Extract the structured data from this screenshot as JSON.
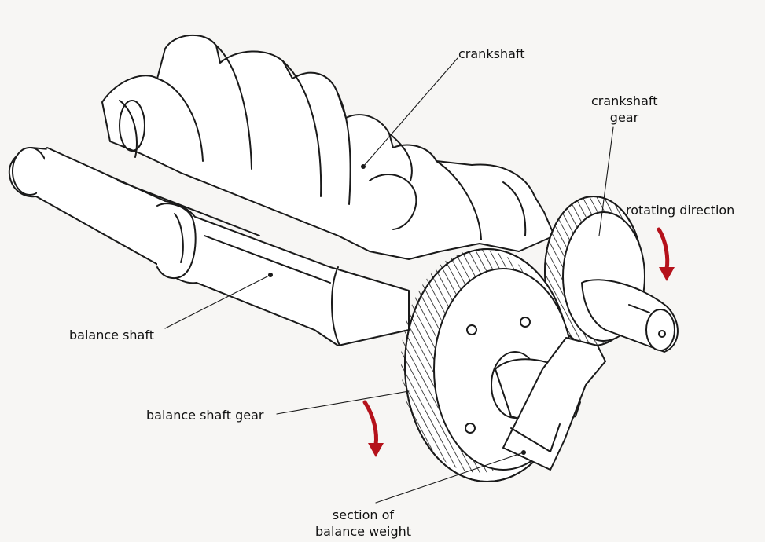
{
  "labels": {
    "crankshaft": "crankshaft",
    "crankshaft_gear_line1": "crankshaft",
    "crankshaft_gear_line2": "gear",
    "rotating_direction": "rotating direction",
    "balance_shaft": "balance shaft",
    "balance_shaft_gear": "balance shaft gear",
    "balance_weight_line1": "section of",
    "balance_weight_line2": "balance weight"
  },
  "colors": {
    "background": "#f7f6f4",
    "ink": "#1a1a1a",
    "arrow": "#b5121b",
    "ghost_text": "#cfcdca"
  },
  "icons": {
    "arrow_crankshaft": "curved-down-arrow-icon",
    "arrow_balance_shaft": "curved-down-arrow-icon"
  }
}
